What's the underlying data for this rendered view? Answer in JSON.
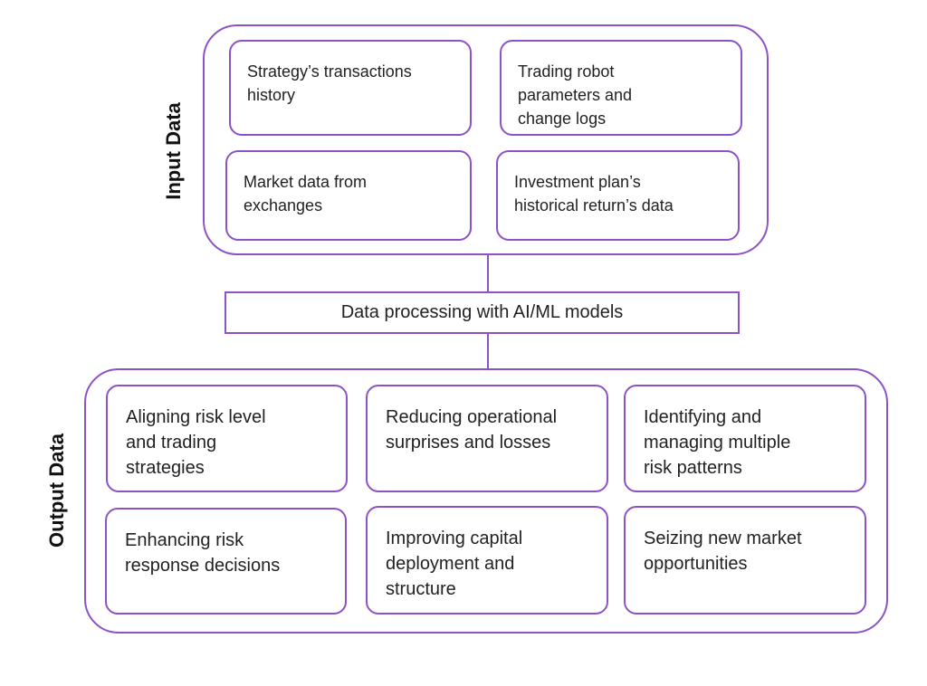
{
  "input_group": {
    "label": "Input Data",
    "items": [
      "Strategy’s transactions\nhistory",
      "Trading robot\nparameters and\nchange logs",
      "Market data from\nexchanges",
      "Investment plan’s\nhistorical return’s data"
    ]
  },
  "process": {
    "label": "Data processing with AI/ML models"
  },
  "output_group": {
    "label": "Output Data",
    "items": [
      "Aligning risk level\nand trading\nstrategies",
      "Reducing operational\nsurprises and losses",
      "Identifying and\nmanaging multiple\nrisk patterns",
      "Enhancing risk\nresponse decisions",
      "Improving capital\ndeployment and\nstructure",
      "Seizing new market\nopportunities"
    ]
  },
  "colors": {
    "border": "#8e52c7",
    "text": "#222222",
    "background": "#ffffff"
  }
}
